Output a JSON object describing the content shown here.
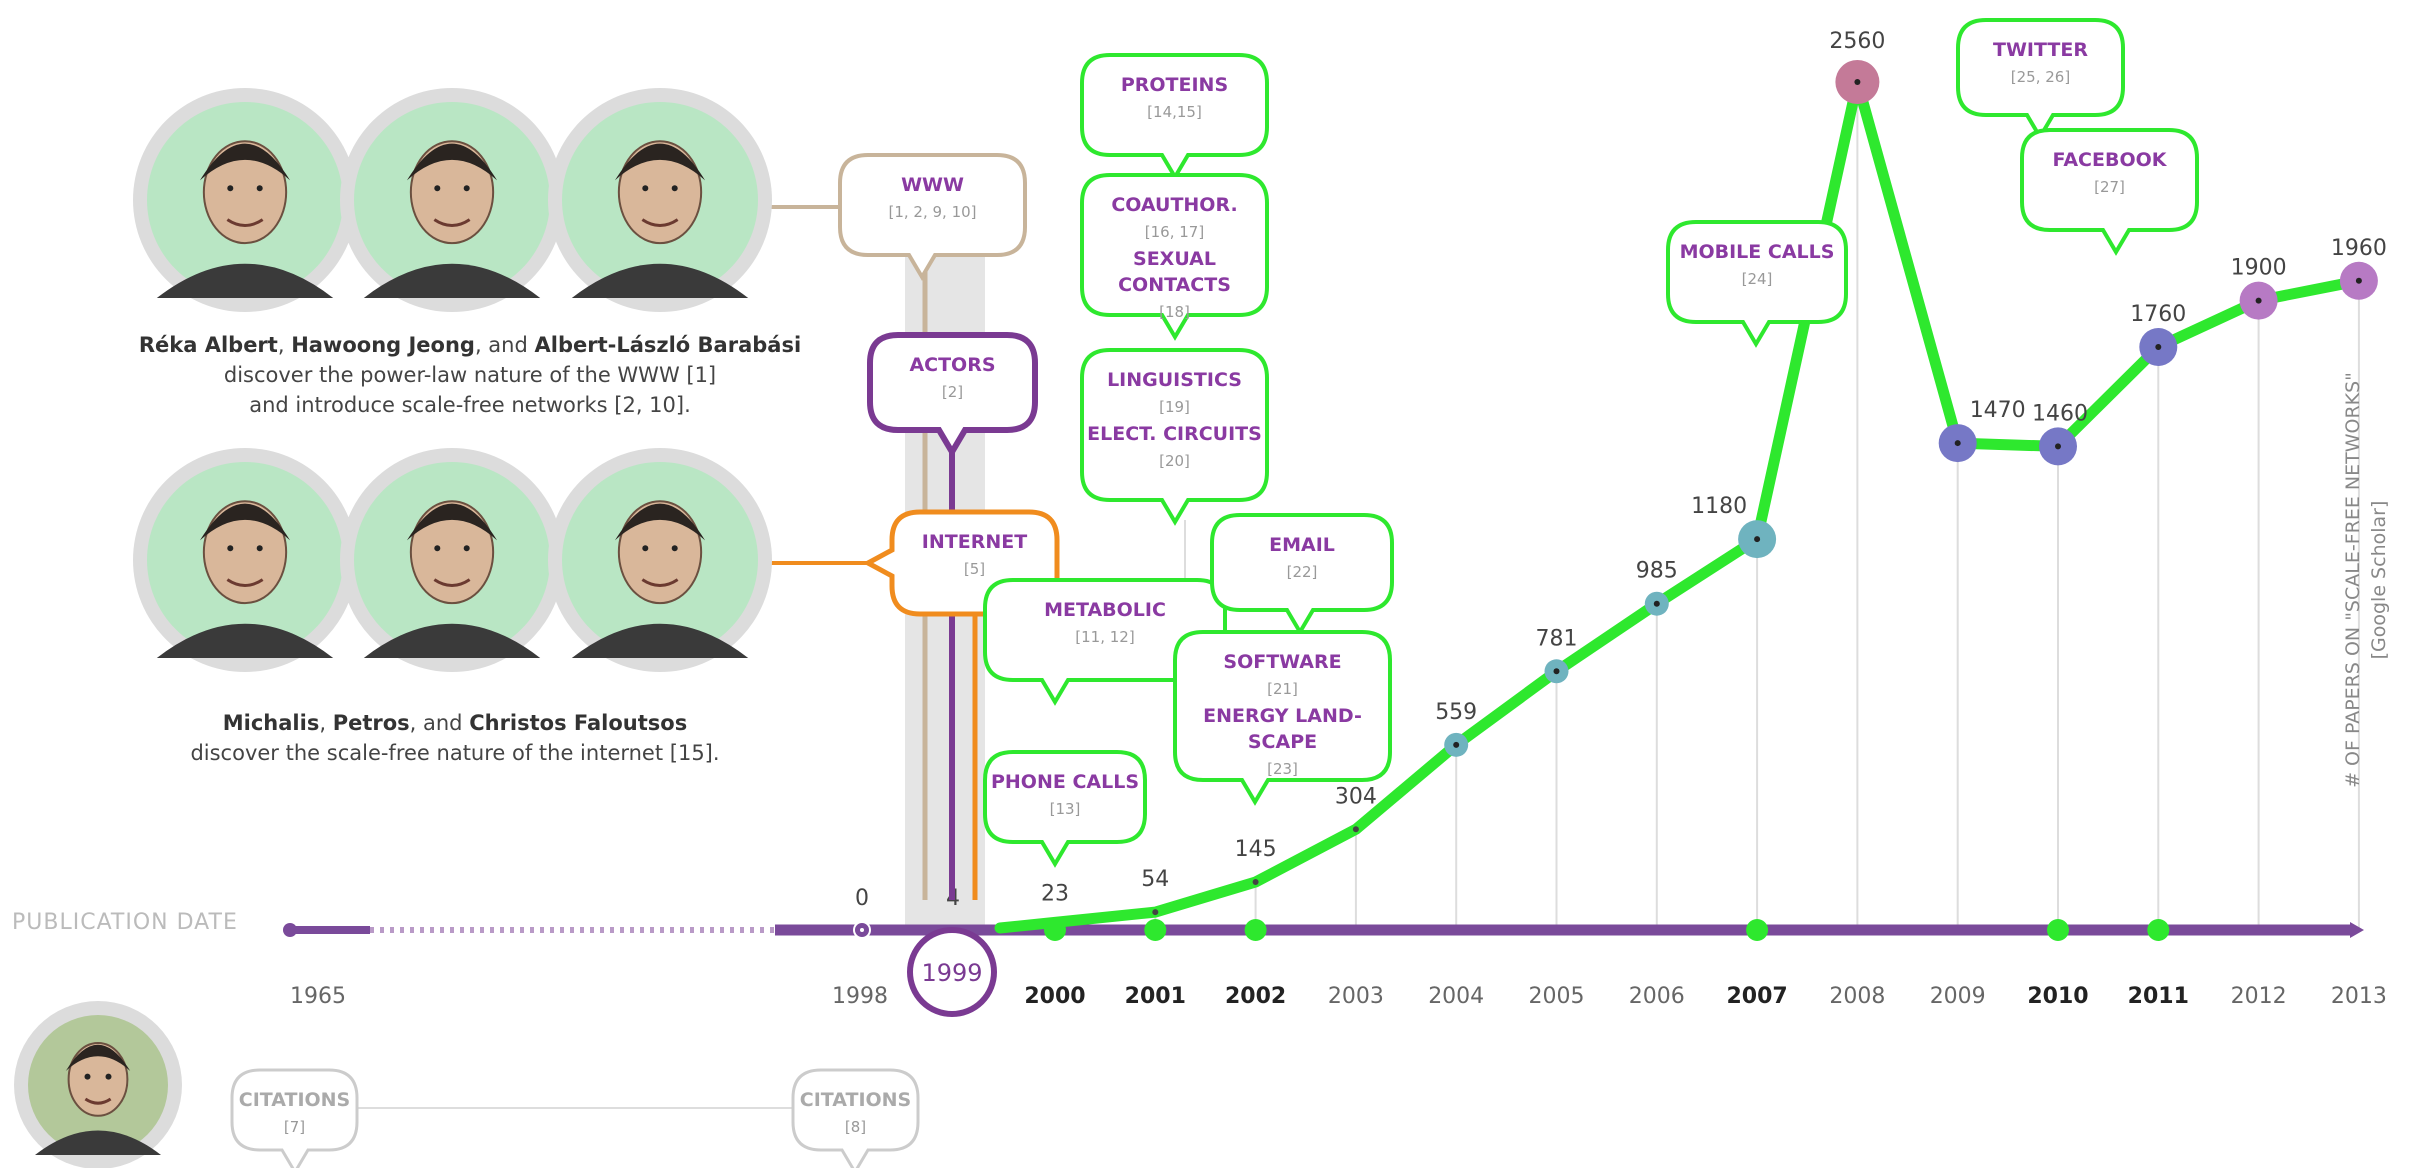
{
  "chart_data": {
    "type": "line",
    "ylabel_line1": "# OF PAPERS ON \"SCALE-FREE NETWORKS\"",
    "ylabel_line2": "[Google Scholar]",
    "xlabel": "PUBLICATION DATE",
    "years": [
      "2000",
      "2001",
      "2002",
      "2003",
      "2004",
      "2005",
      "2006",
      "2007",
      "2008",
      "2009",
      "2010",
      "2011",
      "2012",
      "2013"
    ],
    "bold_years": [
      "2000",
      "2001",
      "2002",
      "2007",
      "2010",
      "2011"
    ],
    "values": [
      23,
      54,
      145,
      304,
      559,
      781,
      985,
      1180,
      2560,
      1470,
      1460,
      1760,
      1900,
      1960
    ],
    "value_labels": [
      "23",
      "54",
      "145",
      "304",
      "559",
      "781",
      "985",
      "1180",
      "2560",
      "1470",
      "1460",
      "1760",
      "1900",
      "1960"
    ],
    "pre_points": [
      {
        "year": "1965",
        "label": ""
      },
      {
        "year": "1998",
        "label": "0"
      },
      {
        "year": "1999",
        "label": "4"
      }
    ],
    "ylim": [
      0,
      2560
    ],
    "colors": {
      "line": "#2ee82e",
      "axis": "#7a4a9a",
      "purple": "#7a3a92",
      "orange": "#f08c1e",
      "tan": "#c8b49a",
      "gray": "#c8c8c8",
      "teal": "#6fb3bf",
      "pink": "#c47a98",
      "blue": "#7678c6"
    },
    "callouts": [
      {
        "name": "www",
        "title": "WWW",
        "refs": "[1, 2, 9, 10]"
      },
      {
        "name": "actors",
        "title": "ACTORS",
        "refs": "[2]"
      },
      {
        "name": "internet",
        "title": "INTERNET",
        "refs": "[5]"
      },
      {
        "name": "proteins",
        "title": "PROTEINS",
        "refs": "[14,15]"
      },
      {
        "name": "coauthor",
        "title": "COAUTHOR.",
        "refs": "[16, 17]",
        "title2": "SEXUAL",
        "title3": "CONTACTS",
        "refs2": "[18]"
      },
      {
        "name": "linguistics",
        "title": "LINGUISTICS",
        "refs": "[19]",
        "title2": "ELECT. CIRCUITS",
        "refs2": "[20]"
      },
      {
        "name": "metabolic",
        "title": "METABOLIC",
        "refs": "[11, 12]"
      },
      {
        "name": "phone-calls",
        "title": "PHONE CALLS",
        "refs": "[13]"
      },
      {
        "name": "email",
        "title": "EMAIL",
        "refs": "[22]"
      },
      {
        "name": "software",
        "title": "SOFTWARE",
        "refs": "[21]",
        "title2": "ENERGY LAND-",
        "title3": "SCAPE",
        "refs2": "[23]"
      },
      {
        "name": "mobile-calls",
        "title": "MOBILE CALLS",
        "refs": "[24]"
      },
      {
        "name": "twitter",
        "title": "TWITTER",
        "refs": "[25, 26]"
      },
      {
        "name": "facebook",
        "title": "FACEBOOK",
        "refs": "[27]"
      },
      {
        "name": "citations-1965",
        "title": "CITATIONS",
        "refs": "[7]"
      },
      {
        "name": "citations-1998",
        "title": "CITATIONS",
        "refs": "[8]"
      }
    ]
  },
  "captions": {
    "www_line1_parts": [
      "Réka Albert",
      ", ",
      "Hawoong Jeong",
      ", and ",
      "Albert-László Barabási"
    ],
    "www_line2": "discover the power-law nature of the WWW [1]",
    "www_line3": "and introduce scale-free networks [2, 10].",
    "internet_line1_parts": [
      "Michalis",
      ", ",
      "Petros",
      ", and ",
      "Christos Faloutsos"
    ],
    "internet_line2": "discover the scale-free nature of the internet [15]."
  },
  "portraits": [
    {
      "name": "portrait-reka-albert",
      "bg": "#b9e6c4"
    },
    {
      "name": "portrait-hawoong-jeong",
      "bg": "#b9e6c4"
    },
    {
      "name": "portrait-albert-laszlo-barabasi",
      "bg": "#b9e6c4"
    },
    {
      "name": "portrait-michalis-faloutsos",
      "bg": "#b9e6c4"
    },
    {
      "name": "portrait-petros-faloutsos",
      "bg": "#b9e6c4"
    },
    {
      "name": "portrait-christos-faloutsos",
      "bg": "#b9e6c4"
    },
    {
      "name": "portrait-1965-author",
      "bg": "#b3c89a"
    }
  ]
}
